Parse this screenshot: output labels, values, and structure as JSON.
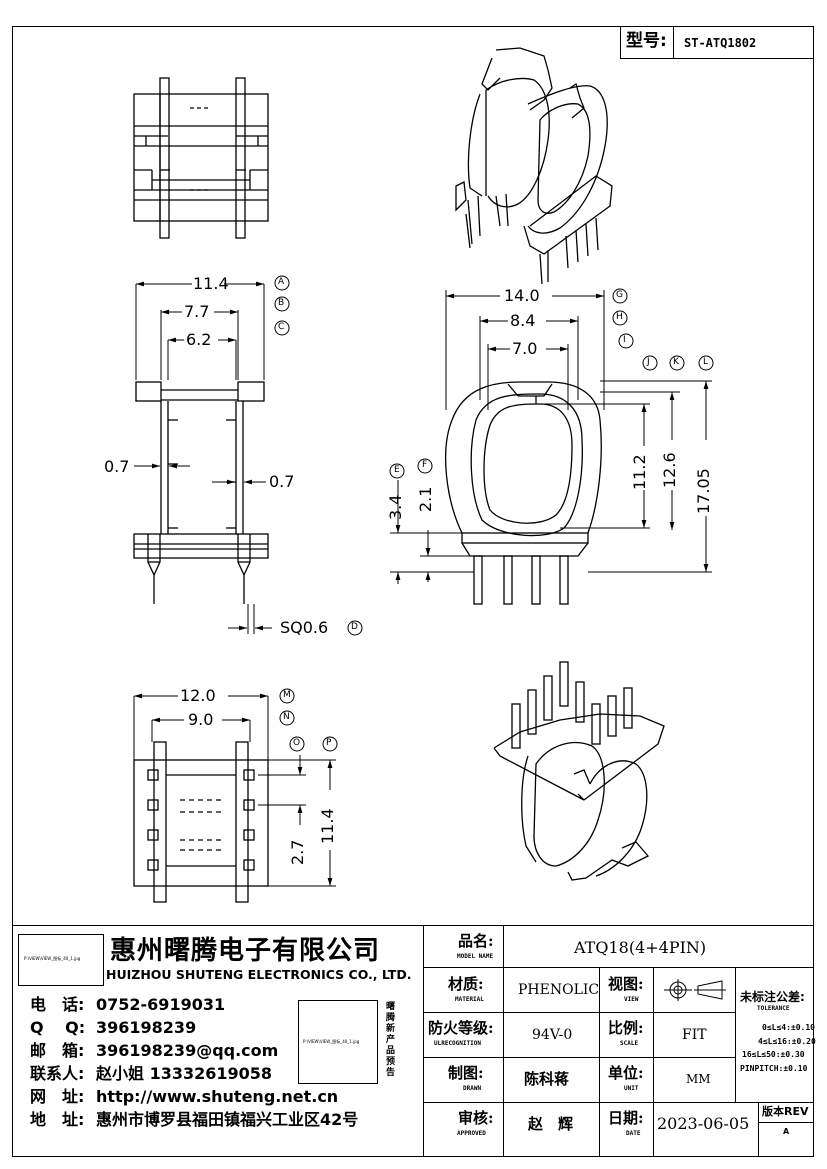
{
  "model_box": {
    "label": "型号:",
    "value": "ST-ATQ1802"
  },
  "dimensions": {
    "view2": {
      "dim_a": {
        "value": "11.4",
        "tag": "A"
      },
      "dim_b": {
        "value": "7.7",
        "tag": "B"
      },
      "dim_c": {
        "value": "6.2",
        "tag": "C"
      },
      "wall_left": "0.7",
      "wall_right": "0.7",
      "pin": {
        "value": "SQ0.6",
        "tag": "D"
      }
    },
    "view3": {
      "dim_g": {
        "value": "14.0",
        "tag": "G"
      },
      "dim_h": {
        "value": "8.4",
        "tag": "H"
      },
      "dim_i": {
        "value": "7.0",
        "tag": "I"
      },
      "dim_j": {
        "value": "11.2",
        "tag": "J"
      },
      "dim_k": {
        "value": "12.6",
        "tag": "K"
      },
      "dim_l": {
        "value": "17.05",
        "tag": "L"
      },
      "dim_e": {
        "value": "3.4",
        "tag": "E"
      },
      "dim_f": {
        "value": "2.1",
        "tag": "F"
      }
    },
    "view4": {
      "dim_m": {
        "value": "12.0",
        "tag": "M"
      },
      "dim_n": {
        "value": "9.0",
        "tag": "N"
      },
      "dim_o": {
        "value": "2.7",
        "tag": "O"
      },
      "dim_p": {
        "value": "11.4",
        "tag": "P"
      }
    }
  },
  "company": {
    "logo_text": "P:\\VIEW\\VIEW_图标_40_1.jpg",
    "name_cn": "惠州曙腾电子有限公司",
    "name_en": "HUIZHOU SHUTENG ELECTRONICS CO., LTD.",
    "contacts": [
      {
        "label": "电　话:",
        "value": "0752-6919031"
      },
      {
        "label": "Q　 Q:",
        "value": "396198239"
      },
      {
        "label": "邮　箱:",
        "value": "396198239@qq.com"
      },
      {
        "label": "联系人:",
        "value": "赵小姐 13332619058"
      },
      {
        "label": "网　址:",
        "value": "http://www.shuteng.net.cn"
      },
      {
        "label": "地　址:",
        "value": "惠州市博罗县福田镇福兴工业区42号"
      }
    ],
    "stamp_text": "P:\\VIEW\\VIEW_图标_40_1.jpg",
    "stamp_side": "曙腾新产品预告"
  },
  "title_block": {
    "product_name": {
      "label": "品名:",
      "sub": "MODEL NAME",
      "value": "ATQ18(4+4PIN)"
    },
    "material": {
      "label": "材质:",
      "sub": "MATERIAL",
      "value": "PHENOLIC"
    },
    "view": {
      "label": "视图:",
      "sub": "VIEW"
    },
    "tolerance": {
      "title": "未标注公差:",
      "sub": "TOLERANCE",
      "rows": [
        "0≤L≤4:±0.10",
        "4≤L≤16:±0.20",
        "16≤L≤50:±0.30",
        "PINPITCH:±0.10"
      ]
    },
    "flammability": {
      "label": "防火等级:",
      "sub": "ULRECOGNITION",
      "value": "94V-0"
    },
    "scale": {
      "label": "比例:",
      "sub": "SCALE",
      "value": "FIT"
    },
    "drawn": {
      "label": "制图:",
      "sub": "DRAWN",
      "value": "陈科蒋"
    },
    "unit": {
      "label": "单位:",
      "sub": "UNIT",
      "value": "MM"
    },
    "approved": {
      "label": "审核:",
      "sub": "APPROVED",
      "value": "赵　辉"
    },
    "date": {
      "label": "日期:",
      "sub": "DATE",
      "value": "2023-06-05"
    },
    "revision": {
      "label": "版本REV",
      "value": "A"
    }
  }
}
